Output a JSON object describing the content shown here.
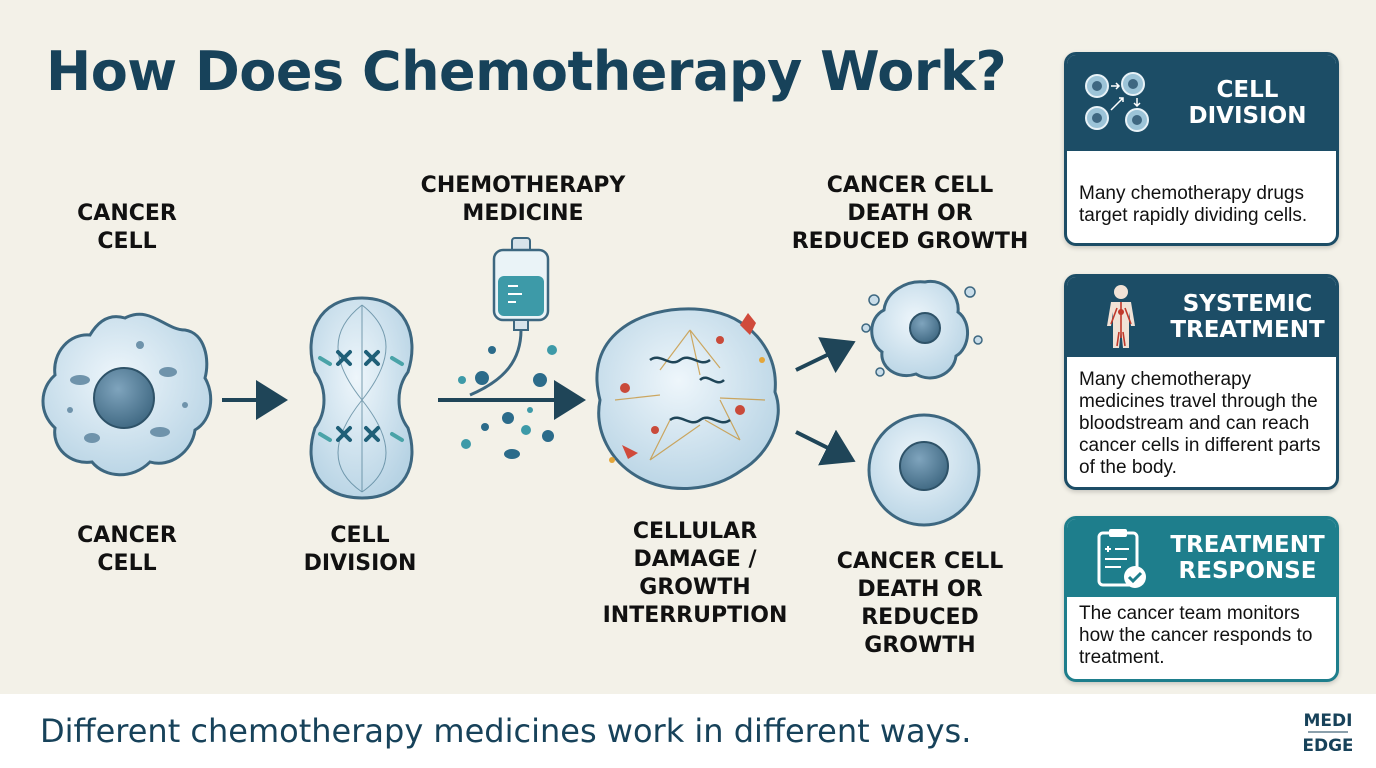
{
  "title": "How Does Chemotherapy Work?",
  "diagram": {
    "top_labels": {
      "cancer_cell": "CANCER\nCELL",
      "chemotherapy_medicine": "CHEMOTHERAPY\nMEDICINE",
      "cancer_cell_death": "CANCER CELL\nDEATH OR\nREDUCED GROWTH"
    },
    "bottom_labels": {
      "cancer_cell": "CANCER\nCELL",
      "cell_division": "CELL\nDIVISION",
      "cellular_damage": "CELLULAR\nDAMAGE /\nGROWTH\nINTERRUPTION",
      "cancer_cell_death": "CANCER CELL\nDEATH OR\nREDUCED\nGROWTH"
    }
  },
  "cards": [
    {
      "title": "CELL\nDIVISION",
      "icon": "cell-division-icon",
      "body": "Many chemotherapy drugs target rapidly dividing cells."
    },
    {
      "title": "SYSTEMIC\nTREATMENT",
      "icon": "human-body-circulation-icon",
      "body": "Many chemotherapy medicines travel through the bloodstream and can reach cancer cells in different parts of the body."
    },
    {
      "title": "TREATMENT\nRESPONSE",
      "icon": "clipboard-check-icon",
      "body": "The cancer team monitors how the cancer responds to treatment."
    }
  ],
  "footer": "Different chemotherapy medicines work in different ways.",
  "logo": {
    "line1": "MEDI",
    "line2": "EDGE"
  },
  "colors": {
    "navy": "#17425a",
    "card_navy": "#1c4d66",
    "card_teal": "#1e7e8c",
    "background": "#f3f1e8"
  }
}
